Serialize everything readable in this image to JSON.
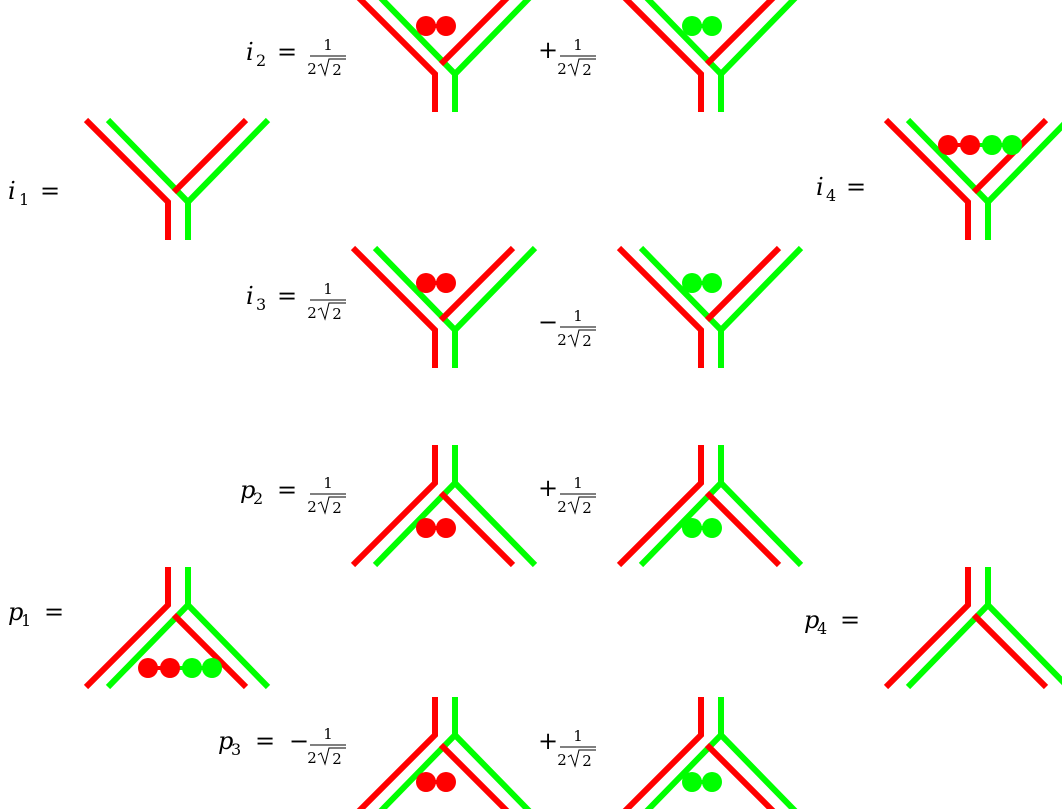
{
  "colors": {
    "red": "#ff0000",
    "green": "#00ff00",
    "text": "#000000"
  },
  "fraction": {
    "numerator": "1",
    "denominator_coef": "2",
    "radicand": "2"
  },
  "labels": {
    "i1": {
      "var": "i",
      "sub": "1",
      "eq": "="
    },
    "i2": {
      "var": "i",
      "sub": "2",
      "eq": "="
    },
    "i3": {
      "var": "i",
      "sub": "3",
      "eq": "="
    },
    "i4": {
      "var": "i",
      "sub": "4",
      "eq": "="
    },
    "p1": {
      "var": "p",
      "sub": "1",
      "eq": "="
    },
    "p2": {
      "var": "p",
      "sub": "2",
      "eq": "="
    },
    "p3": {
      "var": "p",
      "sub": "3",
      "eq": "="
    },
    "p4": {
      "var": "p",
      "sub": "4",
      "eq": "="
    }
  },
  "signs": {
    "plus": "+",
    "minus": "−"
  }
}
